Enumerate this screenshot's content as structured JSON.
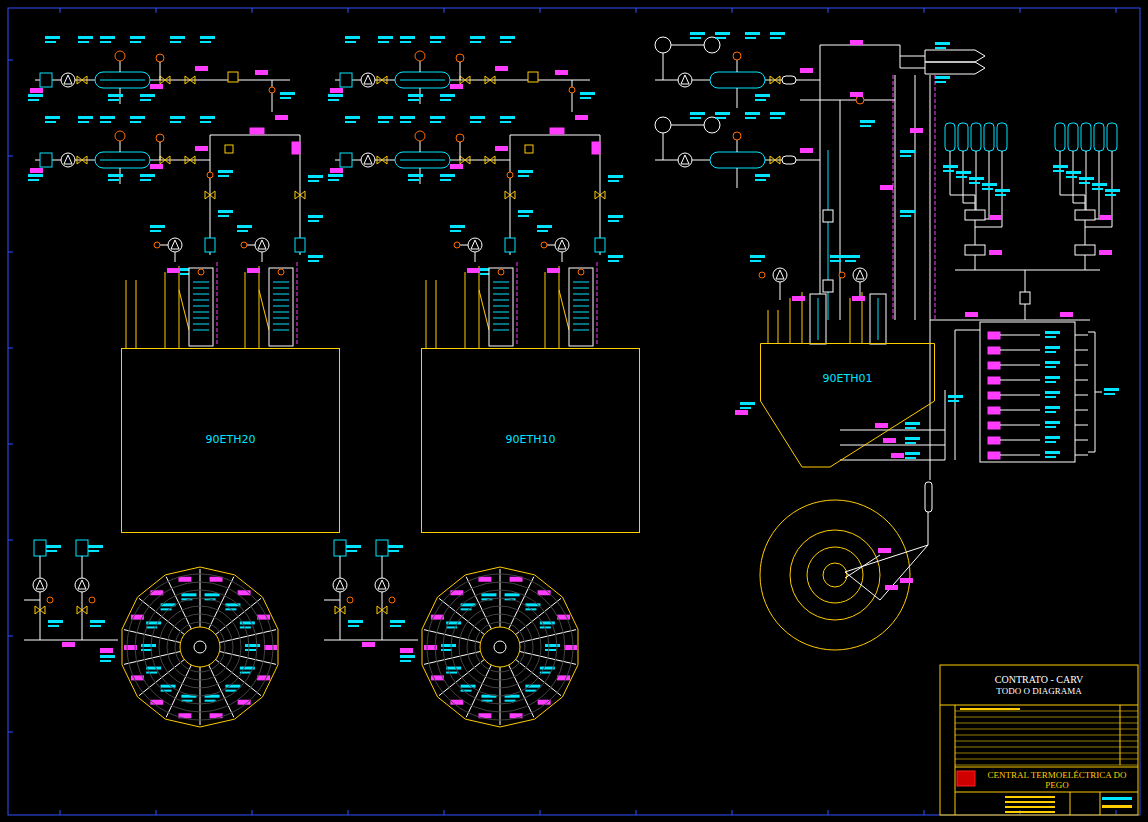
{
  "diagram": {
    "nodes": [
      {
        "text": [
          "90ETH20"
        ]
      },
      {
        "text": [
          "90ETH10"
        ]
      },
      {
        "text": [
          "90ETH01"
        ]
      },
      {
        "text": [
          "CONTRATO - CARV",
          "TODO O DIAGRAMA"
        ]
      },
      {
        "text": [
          "CENTRAL TERMOELÉCTRICA DO PEGO"
        ]
      }
    ]
  }
}
